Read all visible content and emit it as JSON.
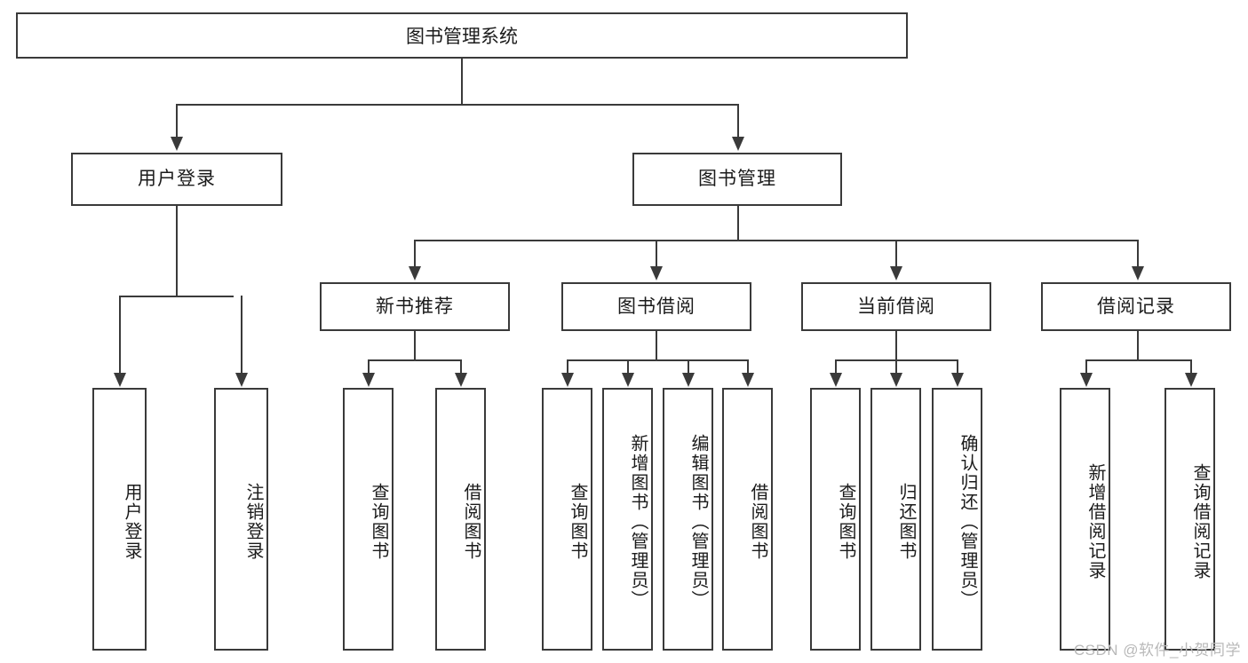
{
  "diagram": {
    "title": "图书管理系统",
    "watermark": "CSDN @软件_小贺同学",
    "colors": {
      "stroke": "#3a3a3a",
      "fill": "#ffffff",
      "text": "#1b1b1b",
      "watermark": "#b9b9b9"
    },
    "level1": {
      "label": "图书管理系统"
    },
    "level2": [
      {
        "label": "用户登录"
      },
      {
        "label": "图书管理"
      }
    ],
    "level3": [
      {
        "label": "新书推荐"
      },
      {
        "label": "图书借阅"
      },
      {
        "label": "当前借阅"
      },
      {
        "label": "借阅记录"
      }
    ],
    "leaves": {
      "user_login": [
        {
          "label": "用户登录"
        },
        {
          "label": "注销登录"
        }
      ],
      "new_book": [
        {
          "label": "查询图书"
        },
        {
          "label": "借阅图书"
        }
      ],
      "book_borrow": [
        {
          "label": "查询图书"
        },
        {
          "label": "新增图书（管理员）"
        },
        {
          "label": "编辑图书（管理员）"
        },
        {
          "label": "借阅图书"
        }
      ],
      "current_borrow": [
        {
          "label": "查询图书"
        },
        {
          "label": "归还图书"
        },
        {
          "label": "确认归还（管理员）"
        }
      ],
      "borrow_record": [
        {
          "label": "新增借阅记录"
        },
        {
          "label": "查询借阅记录"
        }
      ]
    }
  }
}
